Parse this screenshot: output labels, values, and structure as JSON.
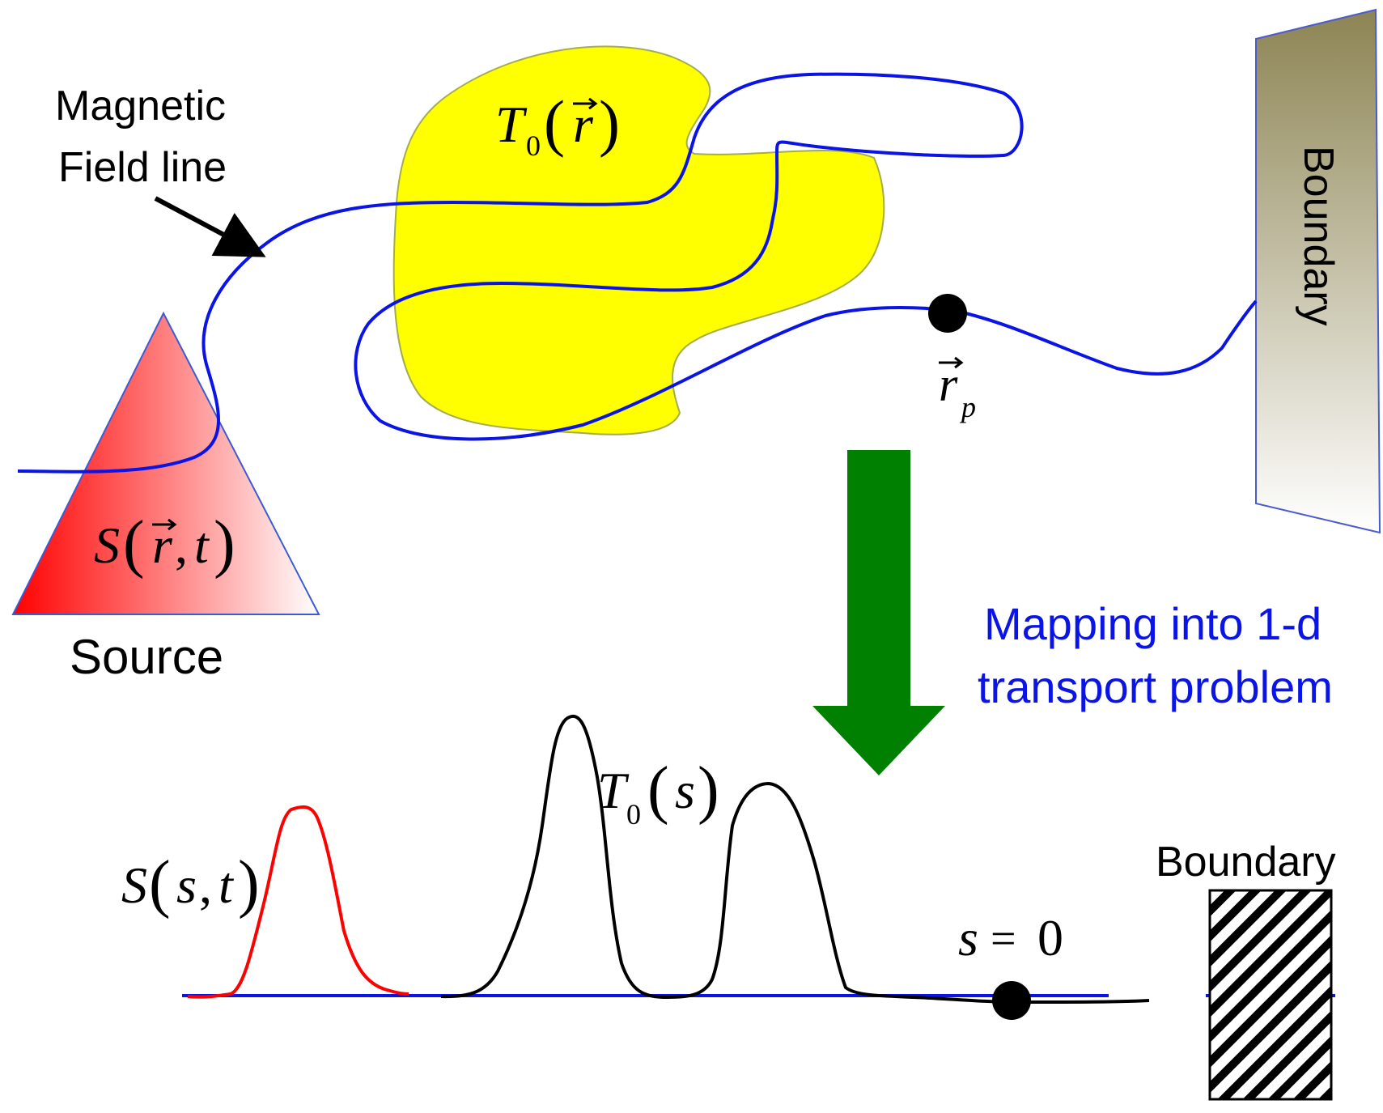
{
  "colors": {
    "field_line": "#0a14e6",
    "blob": "#ffff00",
    "blob_edge": "#9aa84a",
    "source_red": "#ff0000",
    "arrow_green": "#008000",
    "mapping_text": "#0a14e6",
    "boundary_top": "#8c8453",
    "boundary_bottom": "#ffffff"
  },
  "top": {
    "field_label_line1": "Magnetic",
    "field_label_line2": "Field line",
    "temp_label": {
      "main": "T",
      "sub": "0",
      "open": "(",
      "arg": "r",
      "close": ")"
    },
    "point_label": {
      "main": "r",
      "sub": "p"
    },
    "source_formula": {
      "main": "S",
      "open": "(",
      "arg1": "r",
      "comma": ",",
      "arg2": "t",
      "close": ")"
    },
    "source_caption": "Source",
    "boundary_label": "Boundary"
  },
  "mapping": {
    "line1": "Mapping into 1-d",
    "line2": "transport problem"
  },
  "bottom": {
    "source_formula": {
      "main": "S",
      "open": "(",
      "arg1": "s",
      "comma": ",",
      "arg2": "t",
      "close": ")"
    },
    "temp_label": {
      "main": "T",
      "sub": "0",
      "open": "(",
      "arg": "s",
      "close": ")"
    },
    "origin_label": {
      "var": "s",
      "eq": "=",
      "val": "0"
    },
    "boundary_label": "Boundary"
  }
}
